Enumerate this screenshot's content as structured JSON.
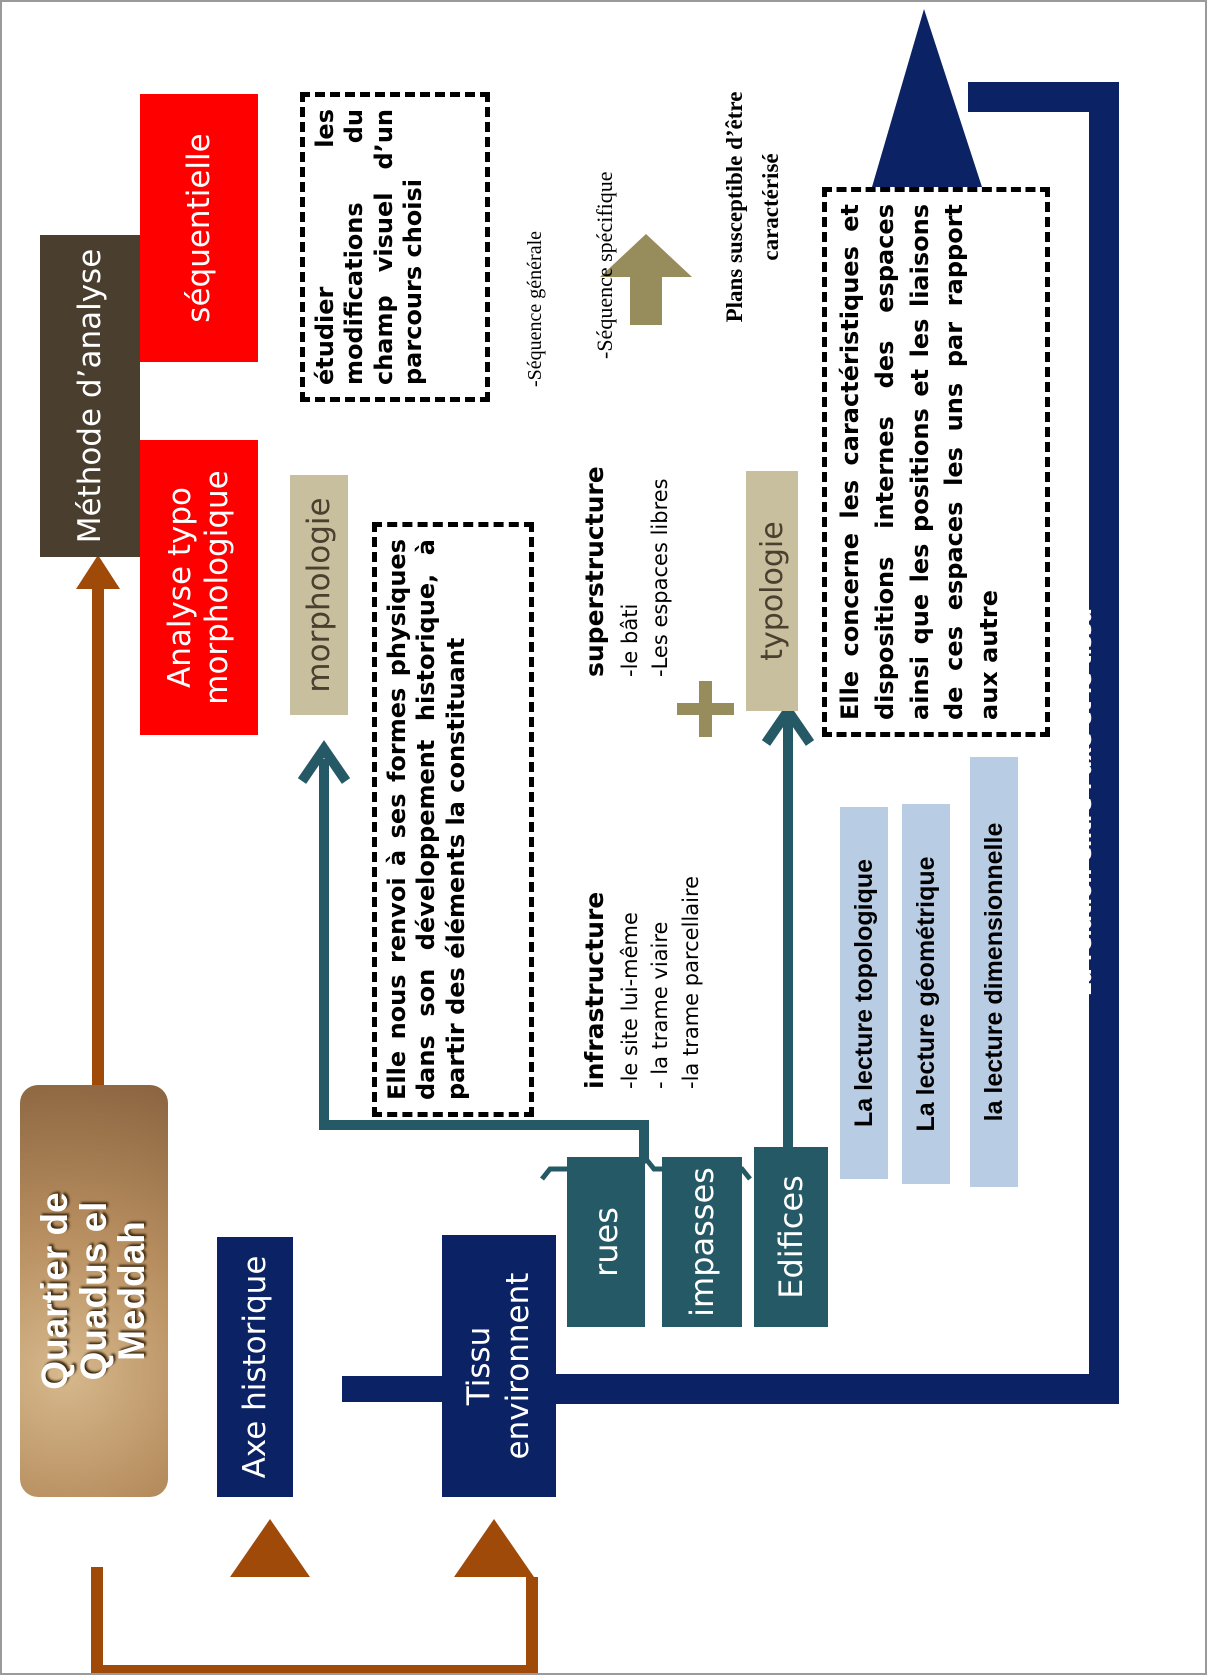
{
  "colors": {
    "navy": "#0b2365",
    "teal": "#245965",
    "red": "#ff0000",
    "dark_brown": "#4a3e2f",
    "beige": "#c8bf9e",
    "light_blue": "#b8cce4",
    "rust_arrow": "#a04a0a",
    "olive_arrow": "#968c5c"
  },
  "nodes": {
    "quartier": "Quartier de\nQuadus el\nMeddah",
    "axe_historique": "Axe historique",
    "tissu": "Tissu\nenvironnent",
    "methode": "Méthode d’analyse",
    "typo": "Analyse typo\nmorphologique",
    "sequentielle": "séquentielle",
    "rues": "rues",
    "impasses": "impasses",
    "edifices": "Edifices",
    "morphologie": "morphologie",
    "typologie": "typologie"
  },
  "morphologie_desc": "Elle nous renvoi à ses formes physiques dans son développement historique, à partir des éléments la constituant",
  "infrastructure": {
    "title": "infrastructure",
    "items": "-le site lui-même\n- la trame viaire\n-la trame parcellaire"
  },
  "superstructure": {
    "title": "superstructure",
    "items": "-le bâti\n-Les espaces libres"
  },
  "lectures": [
    "La lecture topologique",
    "La lecture géométrique",
    "la lecture dimensionnelle"
  ],
  "typologie_desc": "Elle concerne les caractéristiques et dispositions internes des espaces ainsi que les positions et les liaisons de ces espaces les uns par rapport aux autre",
  "sequentielle_desc": "étudier les modifications du champ visuel d’un parcours choisi",
  "sequence_generale": "-Séquence générale",
  "sequence_specifique": "-Séquence spécifique",
  "plans": "Plans susceptible d’être\ncaractérisé",
  "relation_label": "La relation entre l’axe et le tissu"
}
